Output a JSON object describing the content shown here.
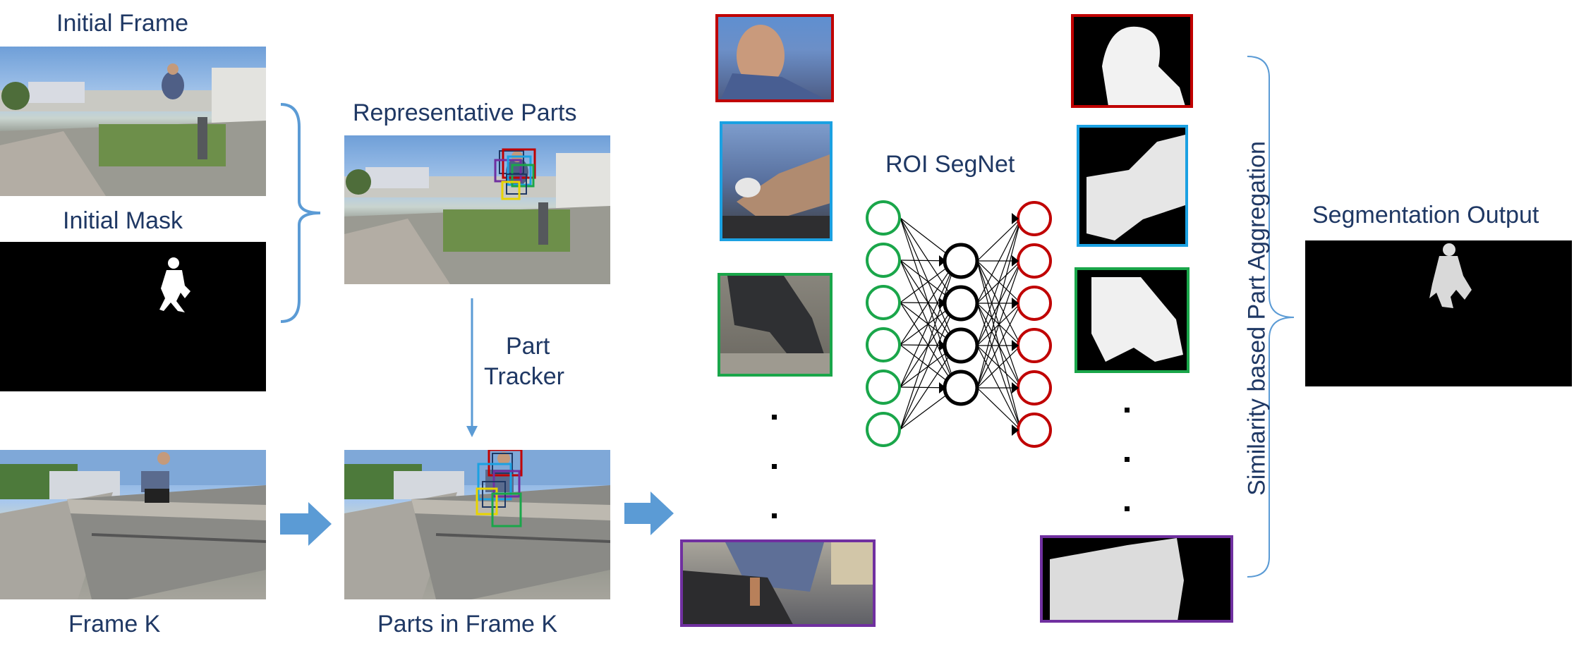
{
  "labels": {
    "initial_frame": "Initial Frame",
    "initial_mask": "Initial Mask",
    "frame_k": "Frame K",
    "representative_parts": "Representative Parts",
    "part_tracker_line1": "Part",
    "part_tracker_line2": "Tracker",
    "parts_in_frame_k": "Parts in Frame K",
    "roi_segnet": "ROI SegNet",
    "aggregation": "Similarity based Part Aggregation",
    "segmentation_output": "Segmentation Output"
  },
  "colors": {
    "text": "#1f3864",
    "arrow": "#5b9bd5",
    "part_red": "#c00000",
    "part_blue": "#1ba1e2",
    "part_green": "#1aa64a",
    "part_purple": "#7030a0",
    "node_green": "#1aa64a",
    "node_black": "#000000",
    "node_red": "#c00000"
  },
  "network": {
    "input_nodes": 6,
    "hidden_nodes": 4,
    "output_nodes": 6
  }
}
